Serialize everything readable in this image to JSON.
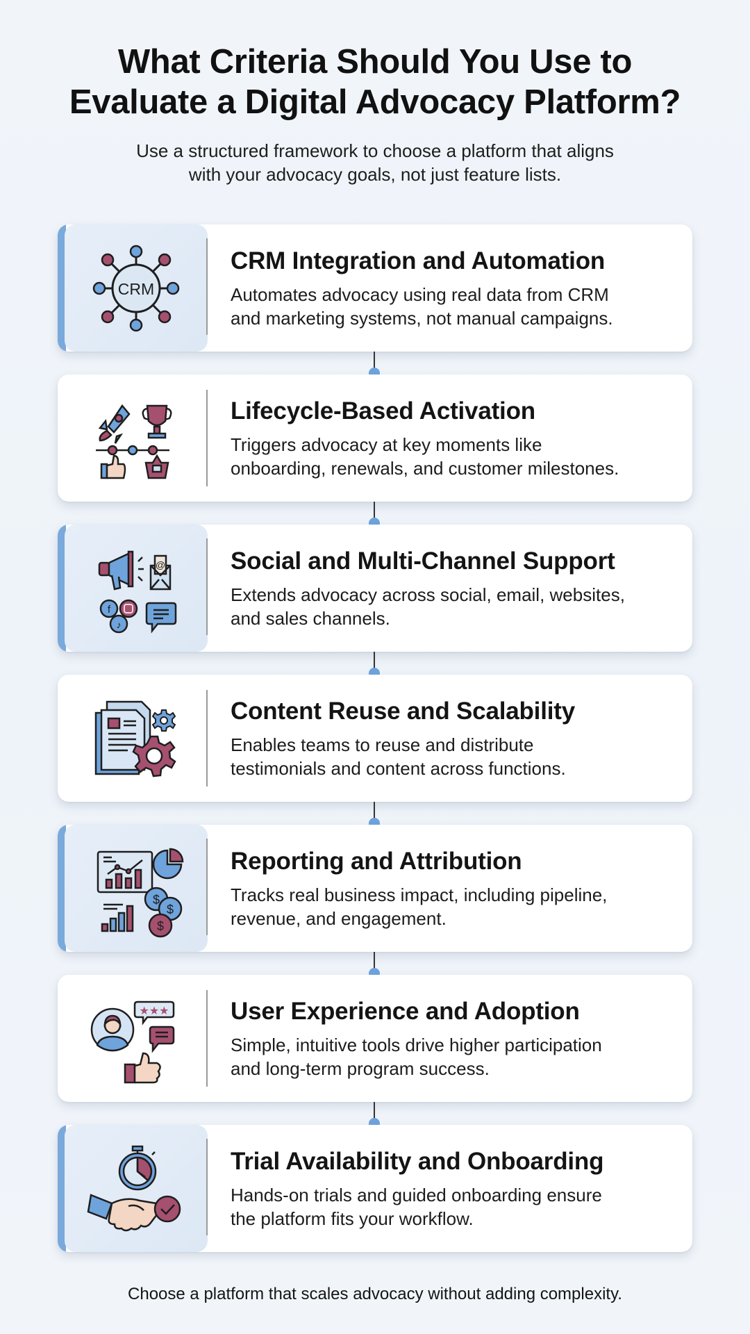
{
  "header": {
    "title_line1": "What Criteria Should You Use to",
    "title_line2": "Evaluate a Digital Advocacy Platform?",
    "subtitle_line1": "Use a structured framework to choose a platform that aligns",
    "subtitle_line2": "with your advocacy goals, not just feature lists."
  },
  "colors": {
    "accent_blue": "#7aa9db",
    "icon_blue": "#6fa3dc",
    "icon_maroon": "#a6506f",
    "panel_bg": "#e3ecf7",
    "card_bg": "#ffffff",
    "page_bg": "#eff4f9"
  },
  "criteria": [
    {
      "title": "CRM Integration and Automation",
      "desc_line1": "Automates advocacy using real data from CRM",
      "desc_line2": "and marketing systems, not manual campaigns.",
      "icon": "crm-network-icon",
      "icon_label": "CRM"
    },
    {
      "title": "Lifecycle-Based Activation",
      "desc_line1": "Triggers advocacy at key moments like",
      "desc_line2": "onboarding, renewals, and customer milestones.",
      "icon": "lifecycle-milestones-icon"
    },
    {
      "title": "Social and Multi-Channel Support",
      "desc_line1": "Extends advocacy across social, email, websites,",
      "desc_line2": "and sales channels.",
      "icon": "multichannel-icon"
    },
    {
      "title": "Content Reuse and Scalability",
      "desc_line1": "Enables teams to reuse and distribute",
      "desc_line2": "testimonials and content across functions.",
      "icon": "documents-gears-icon"
    },
    {
      "title": "Reporting and Attribution",
      "desc_line1": "Tracks real business impact, including pipeline,",
      "desc_line2": "revenue, and engagement.",
      "icon": "analytics-revenue-icon"
    },
    {
      "title": "User Experience and Adoption",
      "desc_line1": "Simple, intuitive tools drive higher participation",
      "desc_line2": "and long-term program success.",
      "icon": "user-feedback-icon"
    },
    {
      "title": "Trial Availability and Onboarding",
      "desc_line1": "Hands-on trials and guided onboarding ensure",
      "desc_line2": "the platform fits your workflow.",
      "icon": "stopwatch-handshake-icon"
    }
  ],
  "footer": {
    "text": "Choose a platform that scales advocacy without adding complexity."
  }
}
